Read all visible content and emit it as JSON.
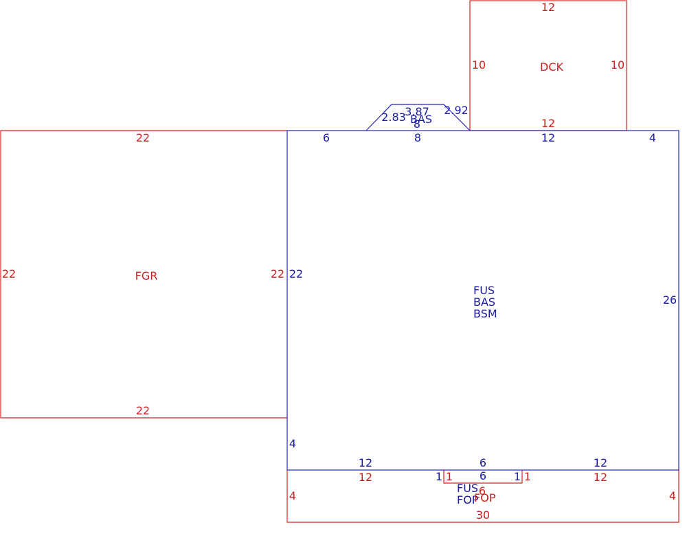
{
  "colors": {
    "red": "#dd2222",
    "blue": "#2222cc"
  },
  "dck": {
    "label": "DCK",
    "top": "12",
    "left": "10",
    "right": "10",
    "bottom": "12"
  },
  "fgr": {
    "label": "FGR",
    "top": "22",
    "left": "22",
    "right": "22",
    "bottom": "22"
  },
  "bay": {
    "label": "BAS",
    "top": "3.87",
    "left": "2.83",
    "right": "2.92",
    "base": "8"
  },
  "main": {
    "labels": [
      "FUS",
      "BAS",
      "BSM"
    ],
    "top_a": "6",
    "top_b": "8",
    "top_c": "12",
    "top_d": "4",
    "left_upper": "22",
    "left_lower": "4",
    "right": "26",
    "bottom_a": "12",
    "bottom_b": "6",
    "bottom_c": "12"
  },
  "notch": {
    "inner_left": "1",
    "inner_right": "1",
    "top": "6",
    "label": "FUS",
    "dim": "6"
  },
  "fop": {
    "label": "FOP",
    "top_a": "12",
    "notch_left": "1",
    "notch_right": "1",
    "top_c": "12",
    "left": "4",
    "right": "4",
    "bottom": "30"
  }
}
